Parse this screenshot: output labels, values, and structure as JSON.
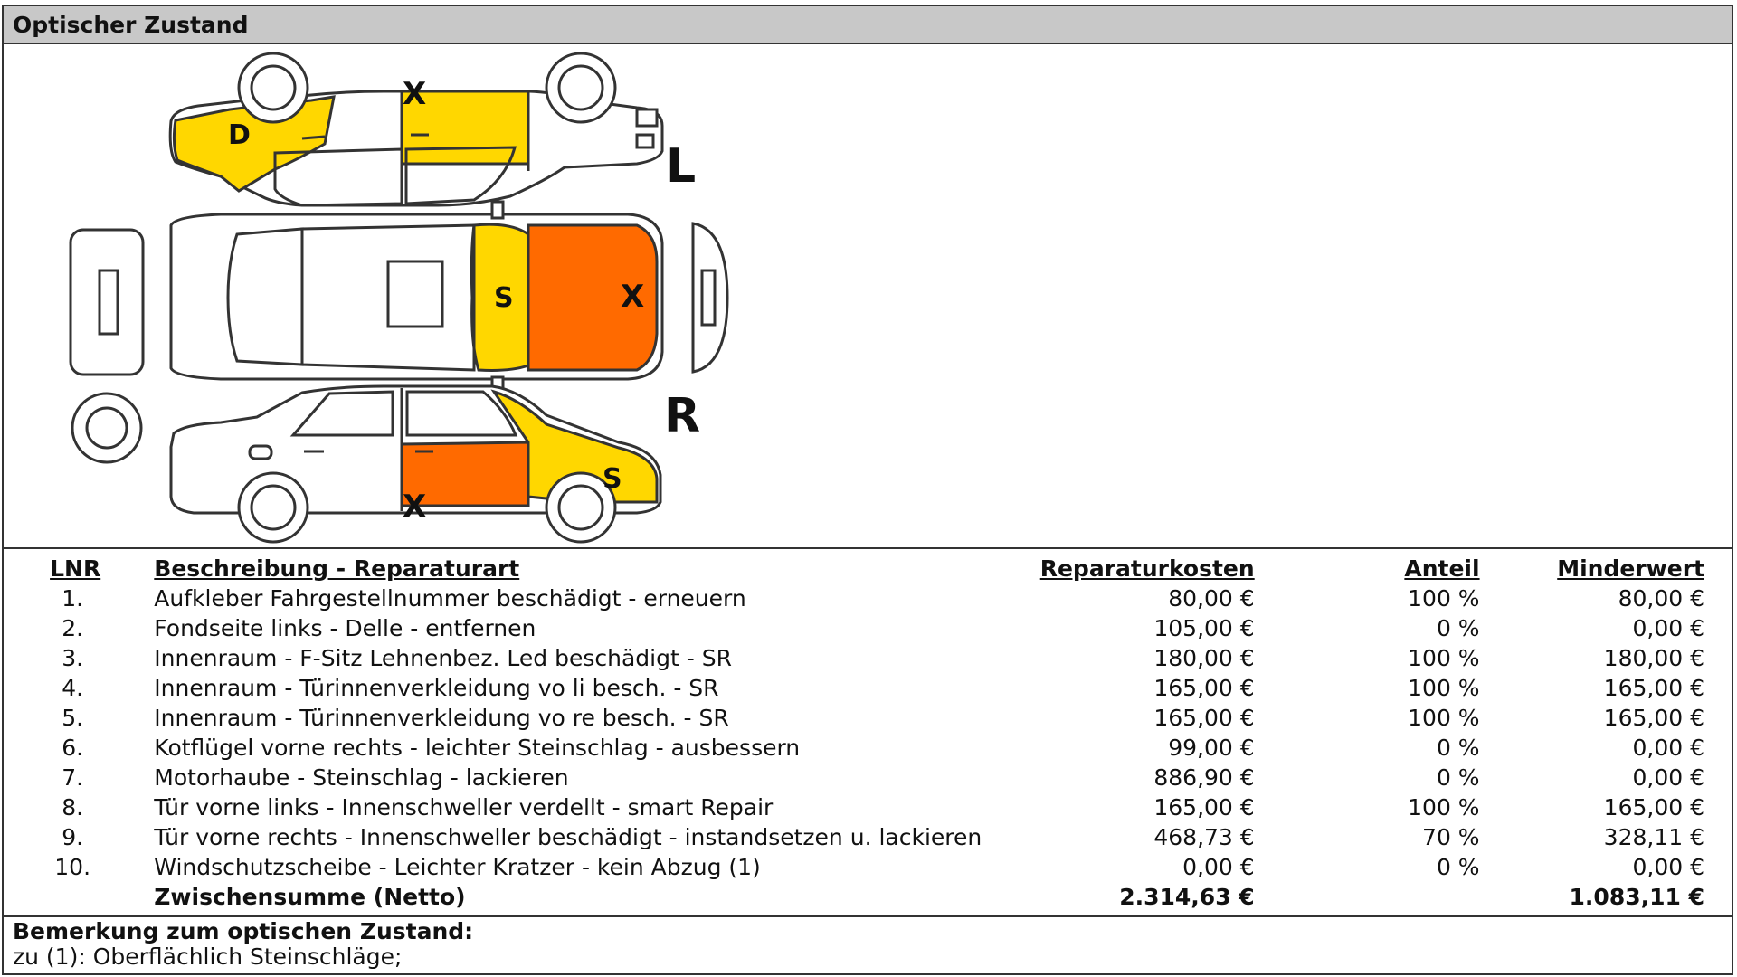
{
  "section": {
    "title": "Optischer Zustand"
  },
  "diagram": {
    "markers": {
      "left_rear_fender": "D",
      "left_front_door": "X",
      "top_windshield": "S",
      "top_hood": "X",
      "right_front_door": "X",
      "right_front_fender": "S"
    },
    "side_left_label": "L",
    "side_right_label": "R",
    "colors": {
      "yellow": "#FFD700",
      "orange": "#FF6A00",
      "outline": "#333333"
    }
  },
  "table": {
    "headers": {
      "lnr": "LNR",
      "description": "Beschreibung - Reparaturart",
      "cost": "Reparaturkosten",
      "share": "Anteil",
      "minderwert": "Minderwert"
    },
    "rows": [
      {
        "lnr": "1.",
        "description": "Aufkleber Fahrgestellnummer beschädigt - erneuern",
        "cost": "80,00 €",
        "share": "100 %",
        "minderwert": "80,00 €"
      },
      {
        "lnr": "2.",
        "description": "Fondseite links - Delle - entfernen",
        "cost": "105,00 €",
        "share": "0 %",
        "minderwert": "0,00 €"
      },
      {
        "lnr": "3.",
        "description": "Innenraum - F-Sitz Lehnenbez. Led beschädigt - SR",
        "cost": "180,00 €",
        "share": "100 %",
        "minderwert": "180,00 €"
      },
      {
        "lnr": "4.",
        "description": "Innenraum - Türinnenverkleidung vo li besch. - SR",
        "cost": "165,00 €",
        "share": "100 %",
        "minderwert": "165,00 €"
      },
      {
        "lnr": "5.",
        "description": "Innenraum - Türinnenverkleidung vo re besch. - SR",
        "cost": "165,00 €",
        "share": "100 %",
        "minderwert": "165,00 €"
      },
      {
        "lnr": "6.",
        "description": "Kotflügel vorne rechts - leichter Steinschlag - ausbessern",
        "cost": "99,00 €",
        "share": "0 %",
        "minderwert": "0,00 €"
      },
      {
        "lnr": "7.",
        "description": "Motorhaube - Steinschlag - lackieren",
        "cost": "886,90 €",
        "share": "0 %",
        "minderwert": "0,00 €"
      },
      {
        "lnr": "8.",
        "description": "Tür vorne links - Innenschweller verdellt - smart Repair",
        "cost": "165,00 €",
        "share": "100 %",
        "minderwert": "165,00 €"
      },
      {
        "lnr": "9.",
        "description": "Tür vorne rechts - Innenschweller beschädigt - instandsetzen u. lackieren",
        "cost": "468,73 €",
        "share": "70 %",
        "minderwert": "328,11 €"
      },
      {
        "lnr": "10.",
        "description": "Windschutzscheibe - Leichter Kratzer - kein Abzug (1)",
        "cost": "0,00 €",
        "share": "0 %",
        "minderwert": "0,00 €"
      }
    ],
    "subtotal": {
      "label": "Zwischensumme (Netto)",
      "cost": "2.314,63 €",
      "minderwert": "1.083,11 €"
    }
  },
  "remarks": {
    "title": "Bemerkung zum optischen Zustand:",
    "text": "zu (1): Oberflächlich Steinschläge;"
  }
}
